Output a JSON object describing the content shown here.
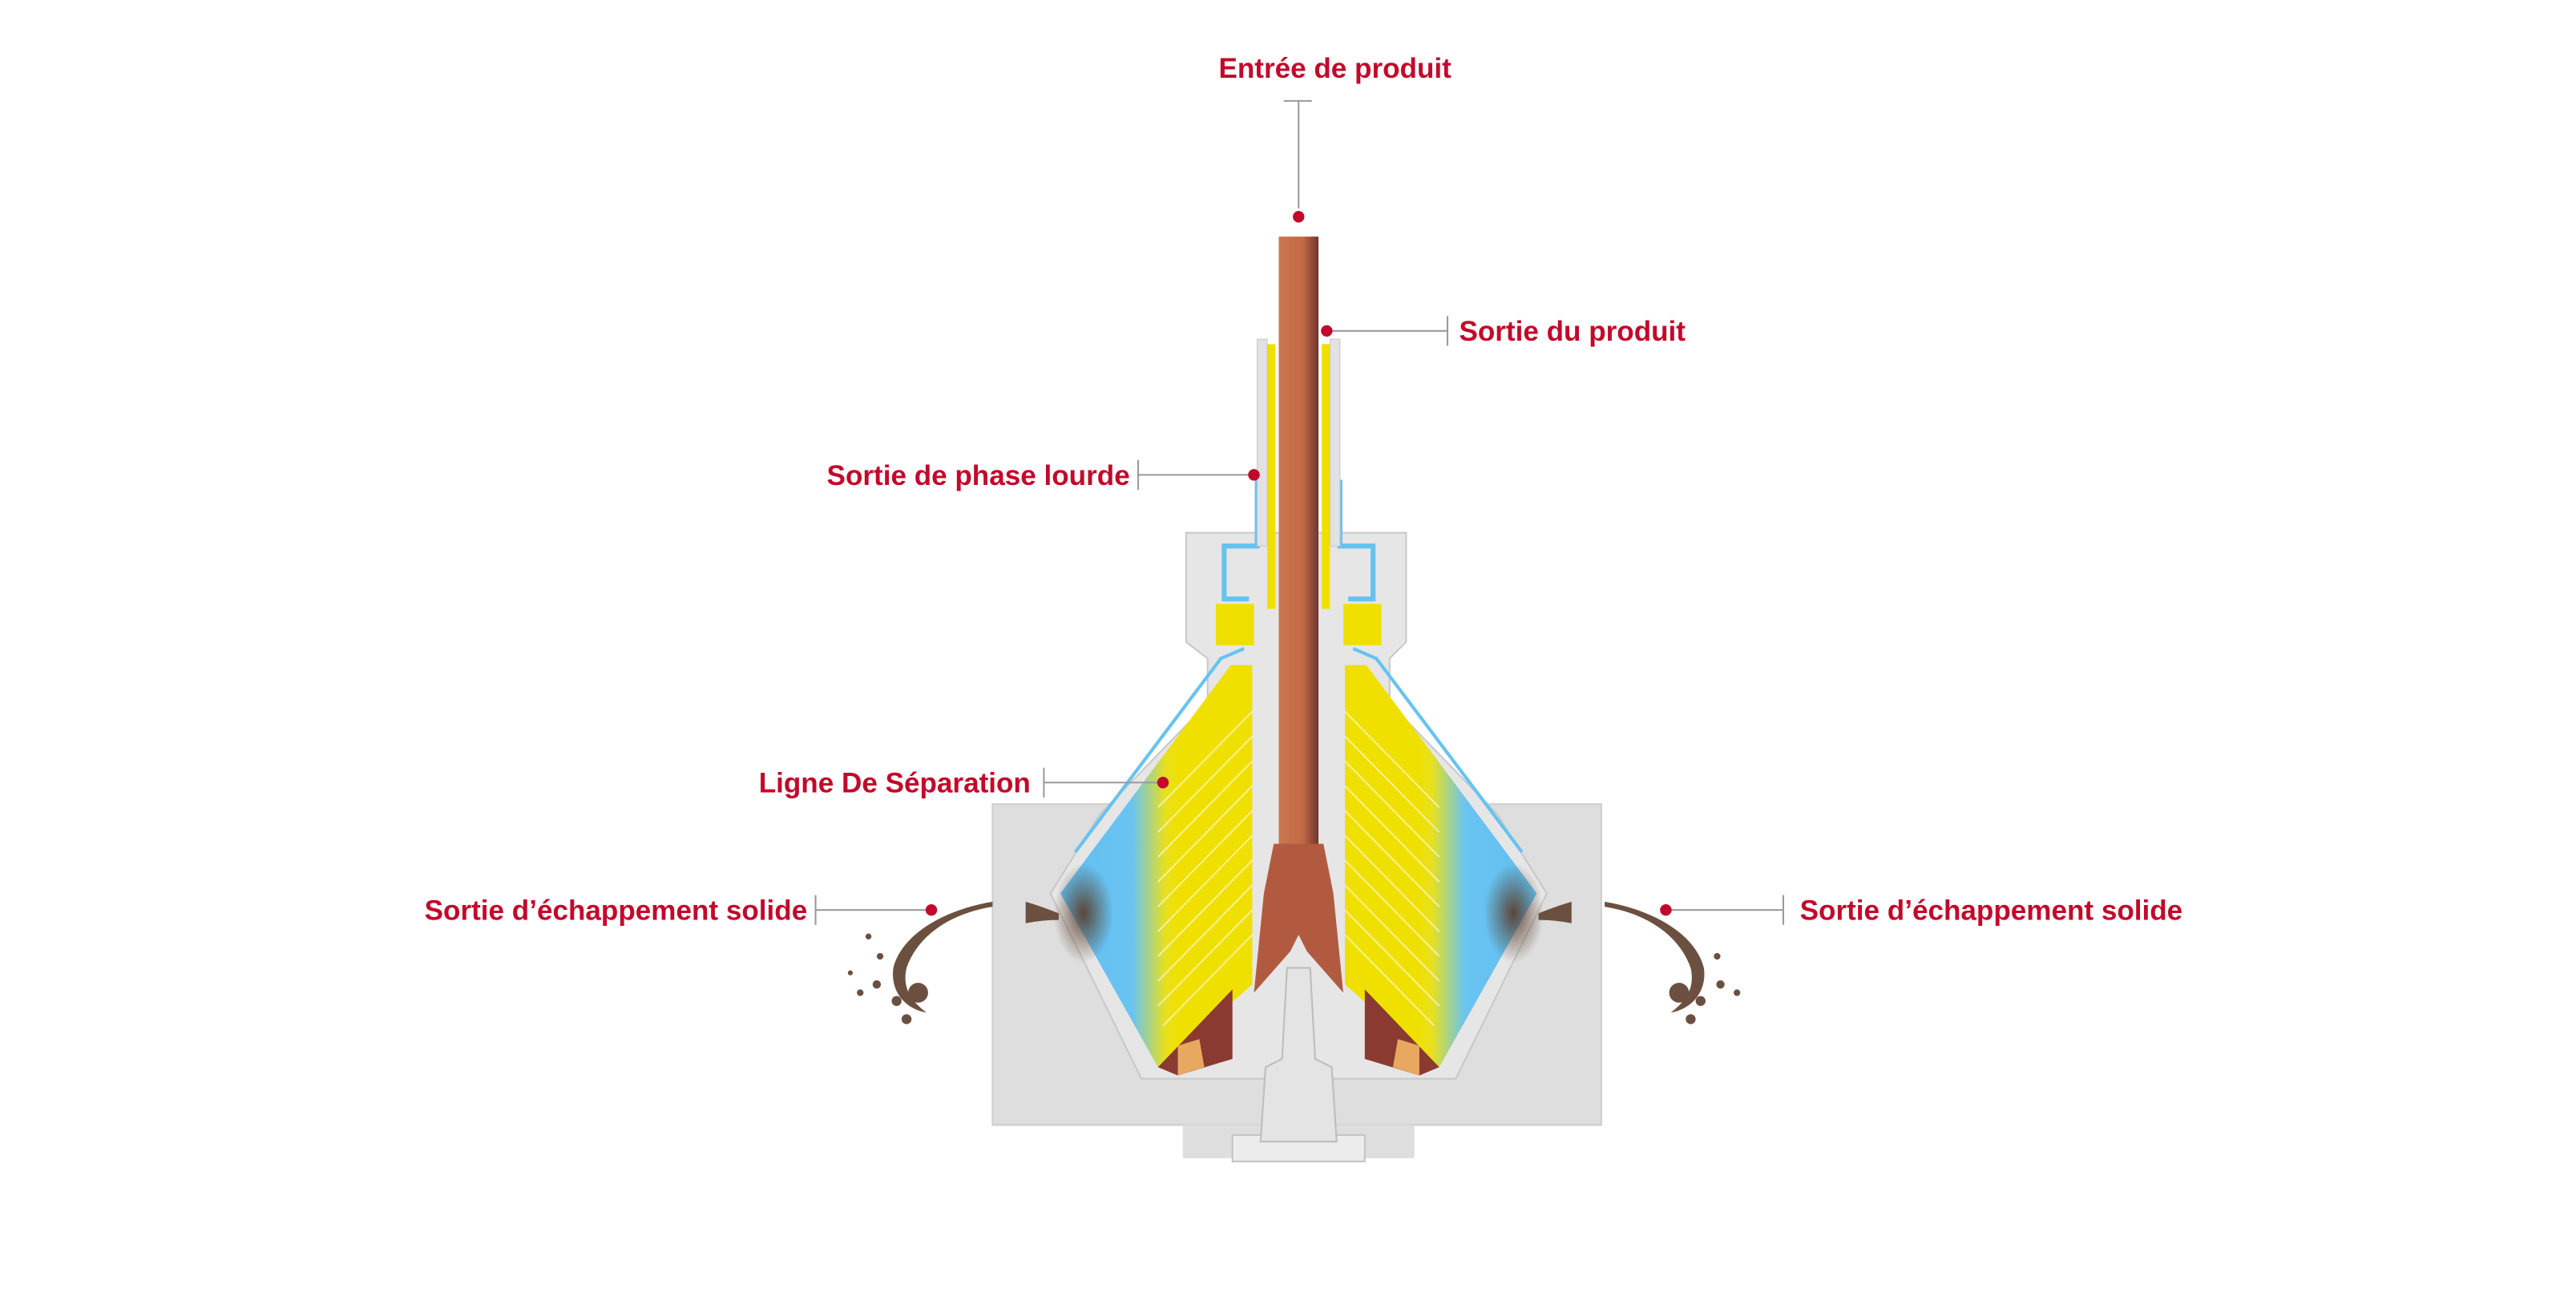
{
  "diagram": {
    "subject": "centrifuge-separator-cross-section",
    "labels": {
      "product_inlet": "Entrée de produit",
      "product_outlet": "Sortie du produit",
      "heavy_phase_outlet": "Sortie de phase lourde",
      "separation_line": "Ligne De Séparation",
      "solid_discharge_left": "Sortie d’échappement solide",
      "solid_discharge_right": "Sortie d’échappement solide"
    },
    "colors": {
      "label": "#c2092b",
      "leader": "#9a9a9a",
      "housing": "#dedede",
      "light_phase": "#f0e000",
      "heavy_phase": "#66c3f0",
      "product": "#c46a45",
      "solids": "#6b5040"
    }
  }
}
